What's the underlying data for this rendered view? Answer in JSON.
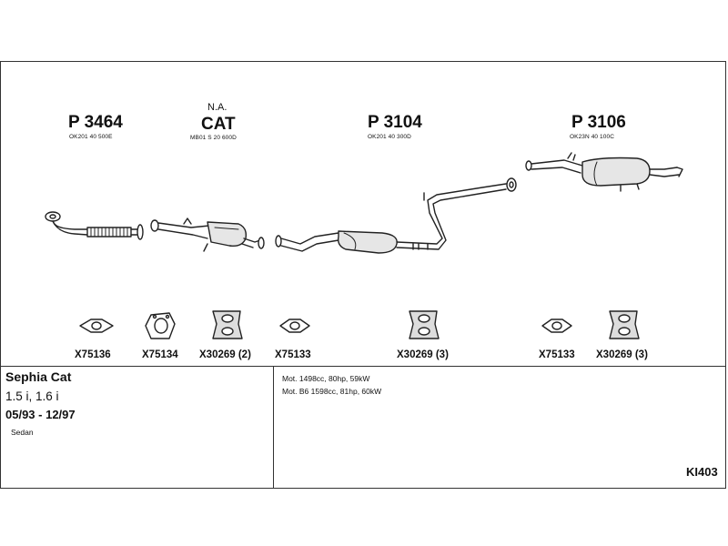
{
  "sections": [
    {
      "part_number": "P 3464",
      "oem_ref": "OK201 40 500E"
    },
    {
      "note": "N.A.",
      "part_number": "CAT",
      "oem_ref": "MB01 S 20 600D"
    },
    {
      "part_number": "P 3104",
      "oem_ref": "OK201 40 300D"
    },
    {
      "part_number": "P 3106",
      "oem_ref": "OK23N 40 100C"
    }
  ],
  "accessories": [
    "X75136",
    "X75134",
    "X30269 (2)",
    "X75133",
    "X30269 (3)",
    "X75133",
    "X30269 (3)"
  ],
  "vehicle": {
    "model": "Sephia Cat",
    "engine": "1.5 i, 1.6 i",
    "years": "05/93 - 12/97",
    "body": "Sedan"
  },
  "motor_specs": [
    "Mot. 1498cc, 80hp, 59kW",
    "Mot. B6 1598cc, 81hp, 60kW"
  ],
  "diagram_code": "KI403",
  "colors": {
    "line": "#222222",
    "part_fill": "#e6e6e6"
  }
}
